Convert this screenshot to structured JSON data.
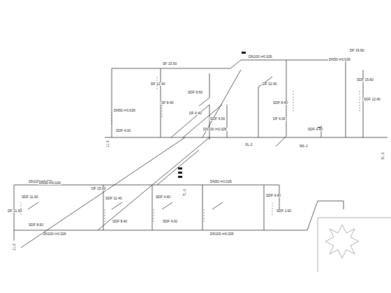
{
  "diagram": {
    "labels": [
      "DN100 i=0.026",
      "DN50 i=0.026",
      "DF 19.60",
      "SF 15.60",
      "DF 12.40",
      "SF 8.40",
      "SDF 15.60",
      "SDF 12.40",
      "DN50 i=0.026",
      "SDF 8.60",
      "DF 4.40",
      "SDF 4.00",
      "DF 12.40",
      "SDF 8.40",
      "DF 4.00",
      "DN100 i=0.026",
      "SDF 4.40",
      "SDF 4.00",
      "JL-1",
      "XL-1",
      "WL-1",
      "DN100 i=0.026",
      "SDF 11.60",
      "SDF 8.60",
      "DN50 i=0.026",
      "SDF 11.40",
      "SDF 8.40",
      "SDF 4.40",
      "SDF 4.00",
      "DN50 i=0.026",
      "DN100 i=0.026",
      "SDF 4.40",
      "SDF 1.60",
      "DN100 i=0.026",
      "JL-2",
      "XL-2",
      "DF 15.60",
      "DF 11.60",
      "TL-1"
    ]
  }
}
